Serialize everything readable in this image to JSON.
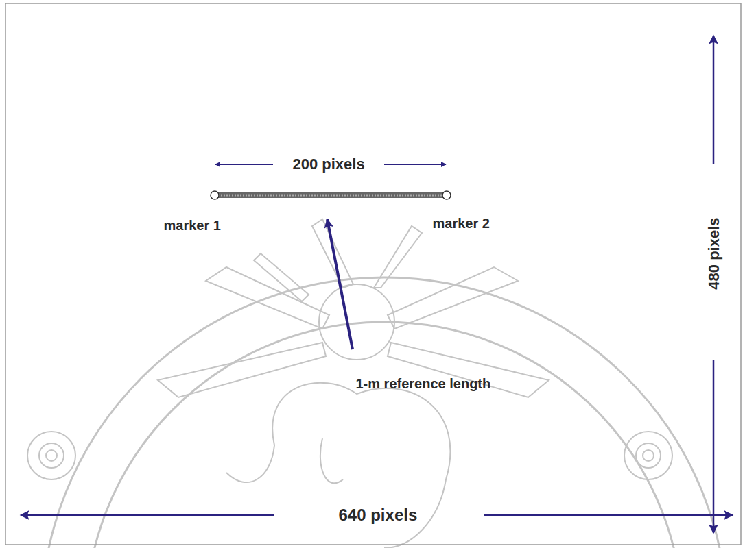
{
  "diagram": {
    "labels": [
      "200 pixels",
      "marker 1",
      "marker 2",
      "1-m reference length",
      "480 pixels",
      "640 pixels"
    ]
  }
}
